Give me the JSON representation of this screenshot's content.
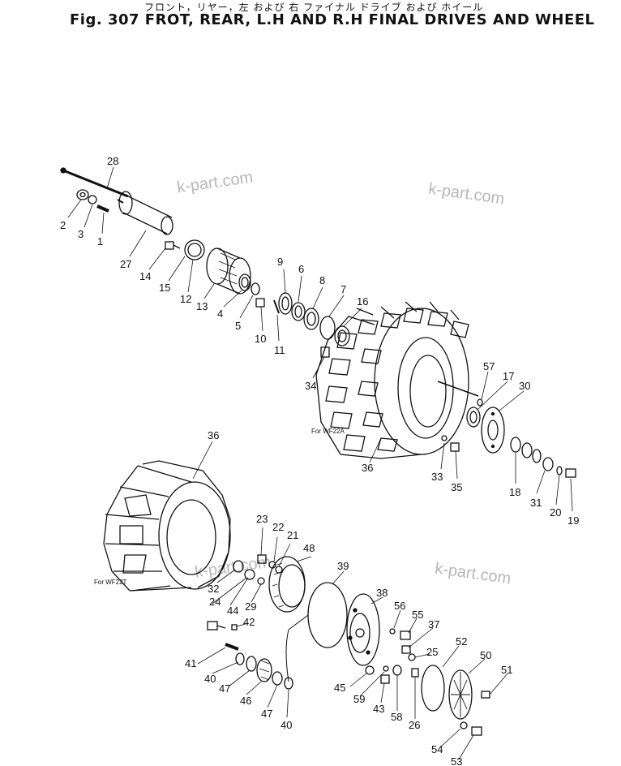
{
  "header": {
    "japanese_caption": "フロント，リヤー，左 および 右 ファイナル ドライブ および ホイール",
    "title": "Fig. 307  FROT, REAR, L.H AND R.H FINAL DRIVES AND WHEEL"
  },
  "watermarks": [
    "k-part.com",
    "k-part.com",
    "k-part.com",
    "k-part.com"
  ],
  "variant_labels": {
    "upper": "For WF22A",
    "lower": "For WF22T"
  },
  "callouts": [
    "28",
    "2",
    "3",
    "1",
    "27",
    "14",
    "15",
    "12",
    "13",
    "4",
    "5",
    "10",
    "11",
    "9",
    "6",
    "8",
    "7",
    "16",
    "34",
    "57",
    "17",
    "30",
    "33",
    "35",
    "18",
    "31",
    "20",
    "19",
    "36",
    "36",
    "23",
    "22",
    "21",
    "48",
    "32",
    "24",
    "44",
    "29",
    "42",
    "41",
    "40",
    "47",
    "46",
    "47",
    "40",
    "39",
    "38",
    "56",
    "55",
    "37",
    "25",
    "52",
    "50",
    "51",
    "45",
    "59",
    "43",
    "58",
    "26",
    "54",
    "53"
  ]
}
